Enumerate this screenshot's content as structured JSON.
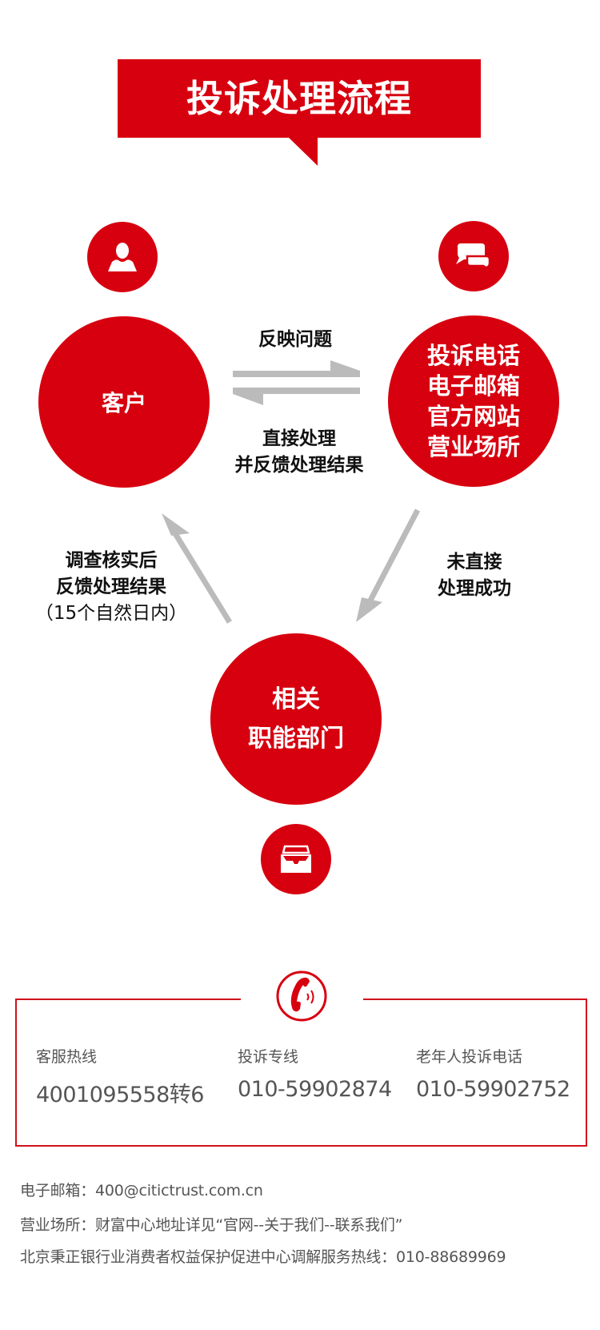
{
  "title": "投诉处理流程",
  "colors": {
    "accent": "#d7000f",
    "arrow": "#bbbbbb",
    "text": "#555555"
  },
  "nodes": {
    "customer": {
      "label": "客户",
      "icon": "user-icon"
    },
    "channels": {
      "lines": [
        "投诉电话",
        "电子邮箱",
        "官方网站",
        "营业场所"
      ],
      "icon": "chat-bubbles-icon"
    },
    "departments": {
      "lines": [
        "相关",
        "职能部门"
      ],
      "icon": "inbox-tray-icon"
    }
  },
  "edges": {
    "report": "反映问题",
    "direct_handle": [
      "直接处理",
      "并反馈处理结果"
    ],
    "not_handled": [
      "未直接",
      "处理成功"
    ],
    "investigate": [
      "调查核实后",
      "反馈处理结果",
      "（15个自然日内）"
    ]
  },
  "contact": {
    "icon": "phone-icon",
    "hotlines": [
      {
        "label": "客服热线",
        "value": "4001095558转6"
      },
      {
        "label": "投诉专线",
        "value": "010-59902874"
      },
      {
        "label": "老年人投诉电话",
        "value": "010-59902752"
      }
    ]
  },
  "info_lines": [
    "电子邮箱：400@citictrust.com.cn",
    "营业场所：财富中心地址详见“官网--关于我们--联系我们”",
    "北京秉正银行业消费者权益保护促进中心调解服务热线：010-88689969"
  ]
}
